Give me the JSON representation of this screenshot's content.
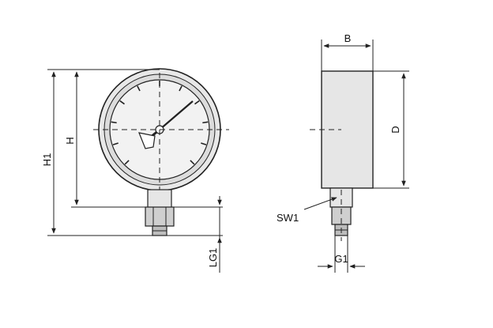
{
  "labels": {
    "h1": "H1",
    "h": "H",
    "lg1": "LG1",
    "b": "B",
    "d": "D",
    "sw1": "SW1",
    "g1": "G1"
  },
  "colors": {
    "line": "#222222",
    "case_fill": "#e6e6e6",
    "socket_fill": "#cfcfcf",
    "background": "#ffffff"
  }
}
